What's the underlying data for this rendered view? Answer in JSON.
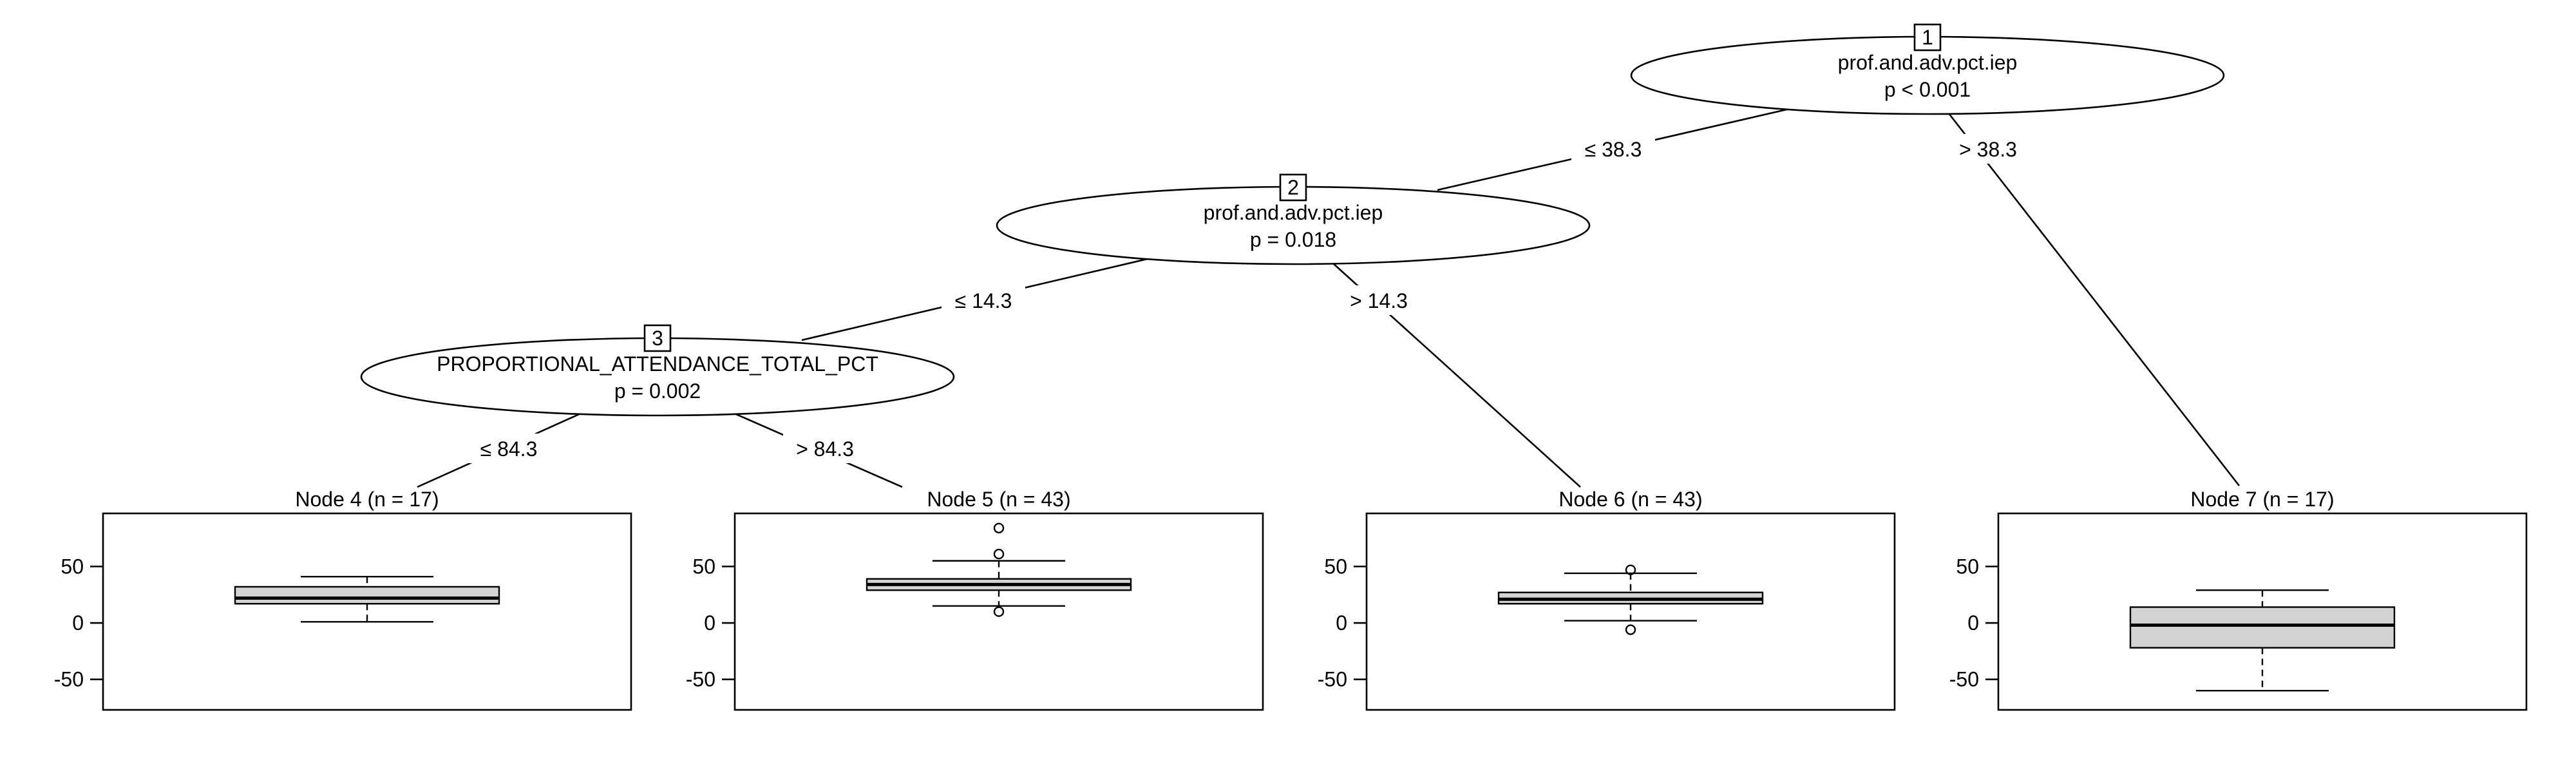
{
  "inner_nodes": [
    {
      "id": "1",
      "variable": "prof.and.adv.pct.iep",
      "p_value": "p < 0.001"
    },
    {
      "id": "2",
      "variable": "prof.and.adv.pct.iep",
      "p_value": "p = 0.018"
    },
    {
      "id": "3",
      "variable": "PROPORTIONAL_ATTENDANCE_TOTAL_PCT",
      "p_value": "p = 0.002"
    }
  ],
  "edges": [
    {
      "from": "1",
      "to": "2",
      "label": "≤ 38.3"
    },
    {
      "from": "1",
      "to": "7",
      "label": "> 38.3"
    },
    {
      "from": "2",
      "to": "3",
      "label": "≤ 14.3"
    },
    {
      "from": "2",
      "to": "6",
      "label": "> 14.3"
    },
    {
      "from": "3",
      "to": "4",
      "label": "≤ 84.3"
    },
    {
      "from": "3",
      "to": "5",
      "label": "> 84.3"
    }
  ],
  "terminal_nodes": [
    {
      "id": "4",
      "title": "Node 4 (n = 17)",
      "box": {
        "whisker_low": 1,
        "q1": 17,
        "median": 22,
        "q3": 32,
        "whisker_high": 41,
        "outliers": []
      }
    },
    {
      "id": "5",
      "title": "Node 5 (n = 43)",
      "box": {
        "whisker_low": 15,
        "q1": 29,
        "median": 34,
        "q3": 39,
        "whisker_high": 55,
        "outliers": [
          84,
          61,
          10
        ]
      }
    },
    {
      "id": "6",
      "title": "Node 6 (n = 43)",
      "box": {
        "whisker_low": 2,
        "q1": 17,
        "median": 21,
        "q3": 27,
        "whisker_high": 44,
        "outliers": [
          47,
          -6
        ]
      }
    },
    {
      "id": "7",
      "title": "Node 7 (n = 17)",
      "box": {
        "whisker_low": -60,
        "q1": -22,
        "median": -2,
        "q3": 14,
        "whisker_high": 29,
        "outliers": []
      }
    }
  ],
  "axis": {
    "ticks": [
      50,
      0,
      -50
    ],
    "tick_labels": [
      "50",
      "0",
      "-50"
    ],
    "range": [
      -77,
      97
    ]
  },
  "colors": {
    "box_fill": "#d3d3d3",
    "line": "#000000",
    "background": "#ffffff"
  }
}
